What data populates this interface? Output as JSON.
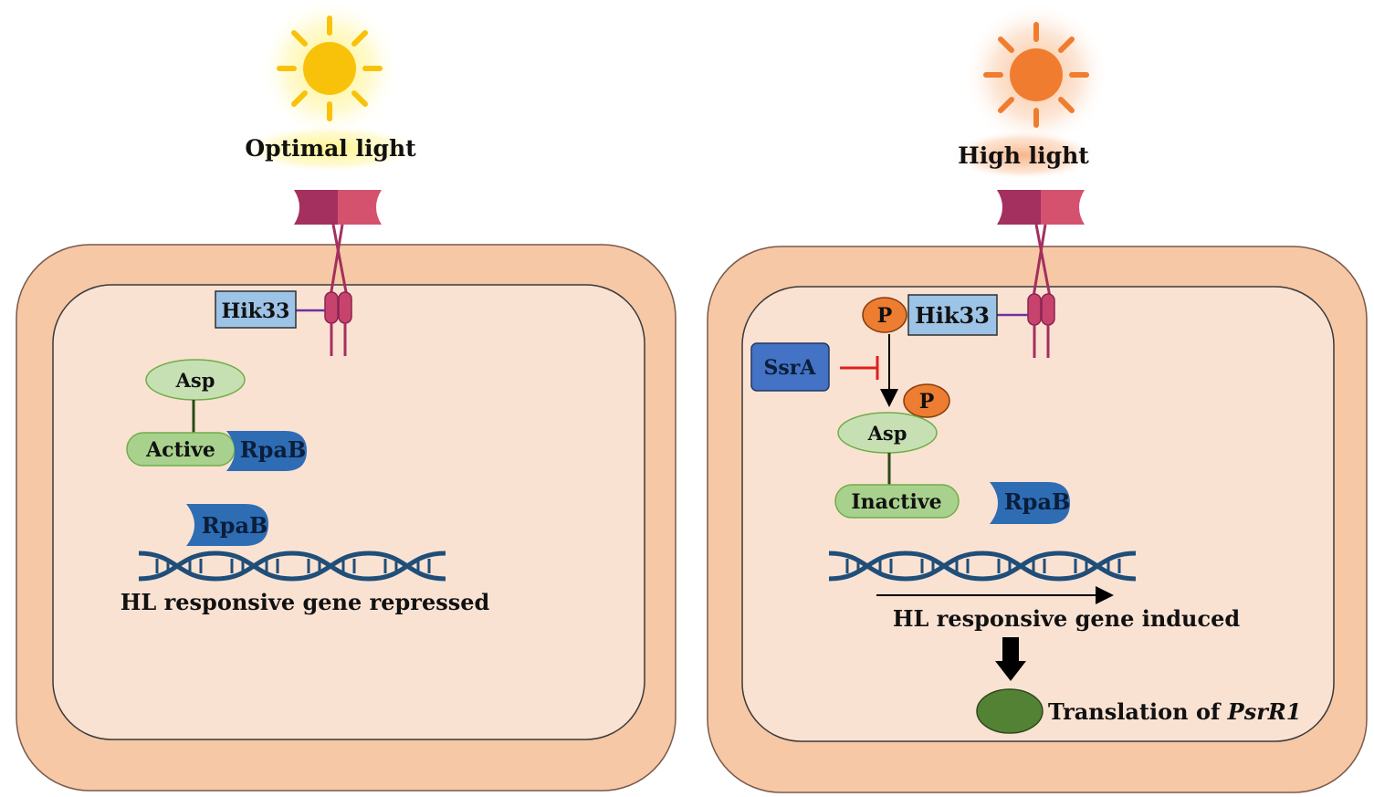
{
  "left_panel": {
    "light_label": "Optimal light",
    "kinase": "Hik33",
    "asp": "Asp",
    "state": "Active",
    "rpab_bound": "RpaB",
    "rpab_dna": "RpaB",
    "gene_label": "HL responsive gene repressed"
  },
  "right_panel": {
    "light_label": "High light",
    "kinase": "Hik33",
    "phospho_kinase": "P",
    "phospho_asp": "P",
    "ssra": "SsrA",
    "asp": "Asp",
    "state": "Inactive",
    "rpab_free": "RpaB",
    "gene_label": "HL responsive gene induced",
    "translation_prefix": "Translation of ",
    "translation_gene": "PsrR1"
  },
  "colors": {
    "cell_wall": "#f6c8a6",
    "cytoplasm": "#fae2d3",
    "sun_optimal": "#f9c20a",
    "sun_high": "#f07d2f",
    "hik33_box": "#9dc3e6",
    "rpab": "#2e6db4",
    "ssra": "#4472c4",
    "asp_green": "#c6e0b4",
    "phospho": "#ed7d31",
    "psrr1": "#548235",
    "dna": "#1f4e79",
    "receptor": "#a3305e",
    "inhibition": "#e0201c"
  }
}
